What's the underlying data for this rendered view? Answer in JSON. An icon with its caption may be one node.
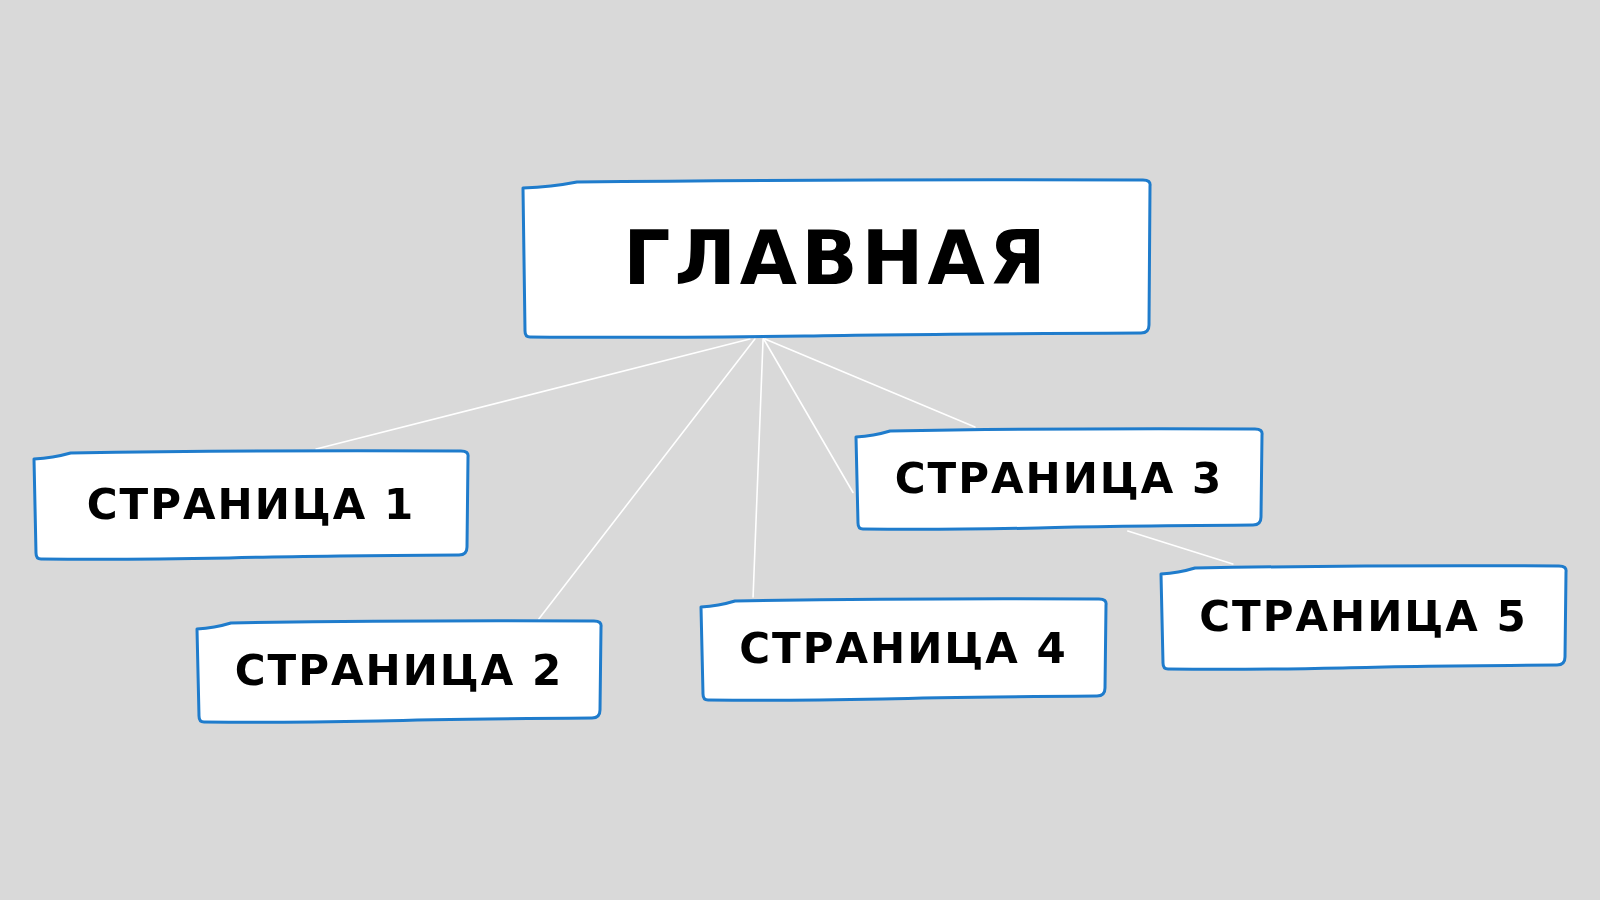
{
  "diagram": {
    "nodes": [
      {
        "text": [
          "ГЛАВНАЯ"
        ]
      },
      {
        "text": [
          "СТРАНИЦА 1"
        ]
      },
      {
        "text": [
          "СТРАНИЦА 2"
        ]
      },
      {
        "text": [
          "СТРАНИЦА 3"
        ]
      },
      {
        "text": [
          "СТРАНИЦА 4"
        ]
      },
      {
        "text": [
          "СТРАНИЦА 5"
        ]
      }
    ],
    "edges": [
      {
        "from": 0,
        "to": 1,
        "arrow": "none"
      },
      {
        "from": 0,
        "to": 2,
        "arrow": "none"
      },
      {
        "from": 0,
        "to": 4,
        "arrow": "none"
      },
      {
        "from": 0,
        "to": 3,
        "arrow": "none"
      },
      {
        "from": 0,
        "to": 3,
        "arrow": "none"
      },
      {
        "from": 3,
        "to": 5,
        "arrow": "none"
      }
    ]
  }
}
